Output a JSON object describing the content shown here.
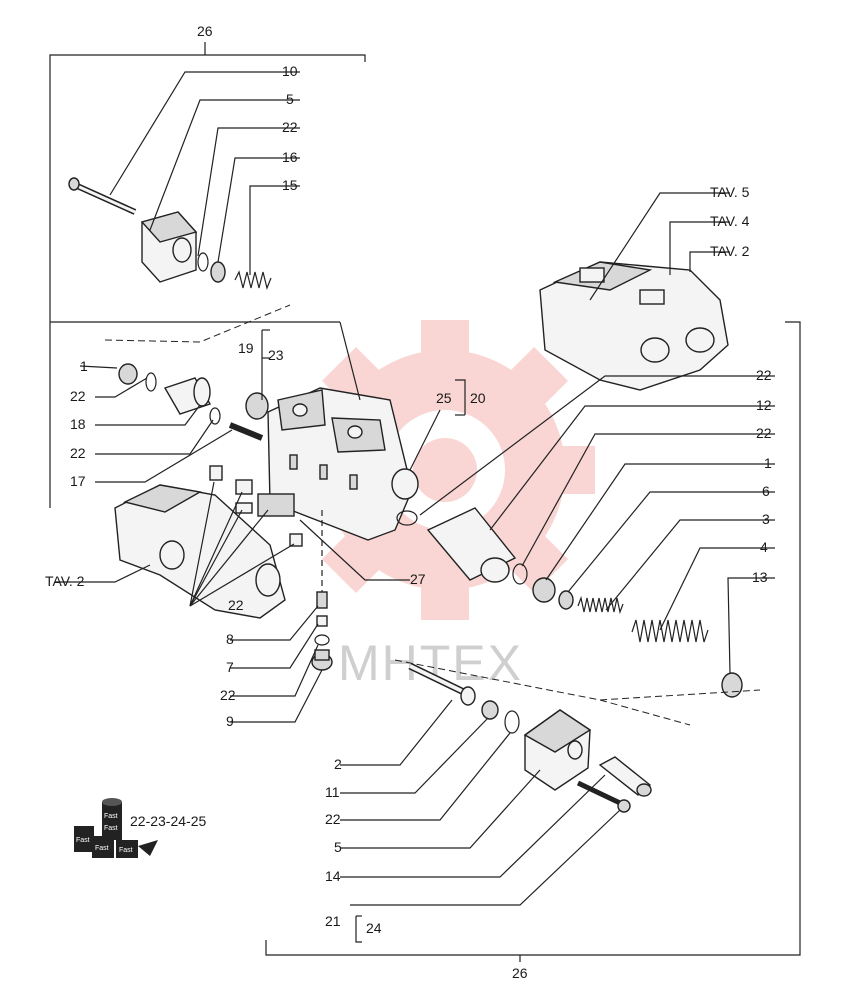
{
  "watermark": {
    "text": "MHTEX",
    "gear_color": "#e8473c"
  },
  "labels": {
    "top_26": "26",
    "l10": "10",
    "l5a": "5",
    "l22a": "22",
    "l16": "16",
    "l15": "15",
    "tav5": "TAV. 5",
    "tav4": "TAV. 4",
    "tav2_right": "TAV. 2",
    "l19": "19",
    "l23": "23",
    "l1a": "1",
    "l22b": "22",
    "l18": "18",
    "l22c": "22",
    "l17": "17",
    "l25": "25",
    "l20": "20",
    "l22d": "22",
    "l12": "12",
    "l22e": "22",
    "l1b": "1",
    "l6": "6",
    "l3": "3",
    "l4": "4",
    "l13": "13",
    "tav2_left": "TAV. 2",
    "l22f": "22",
    "l27": "27",
    "l8": "8",
    "l7": "7",
    "l22g": "22",
    "l9": "9",
    "l2": "2",
    "l11": "11",
    "l22h": "22",
    "l5b": "5",
    "l14": "14",
    "l21": "21",
    "l24": "24",
    "bottom_26": "26",
    "kit": "22-23-24-25"
  },
  "kit_tags": {
    "a": "Fast",
    "b": "Fast",
    "c": "Fast",
    "d": "Fast",
    "e": "Fast"
  }
}
